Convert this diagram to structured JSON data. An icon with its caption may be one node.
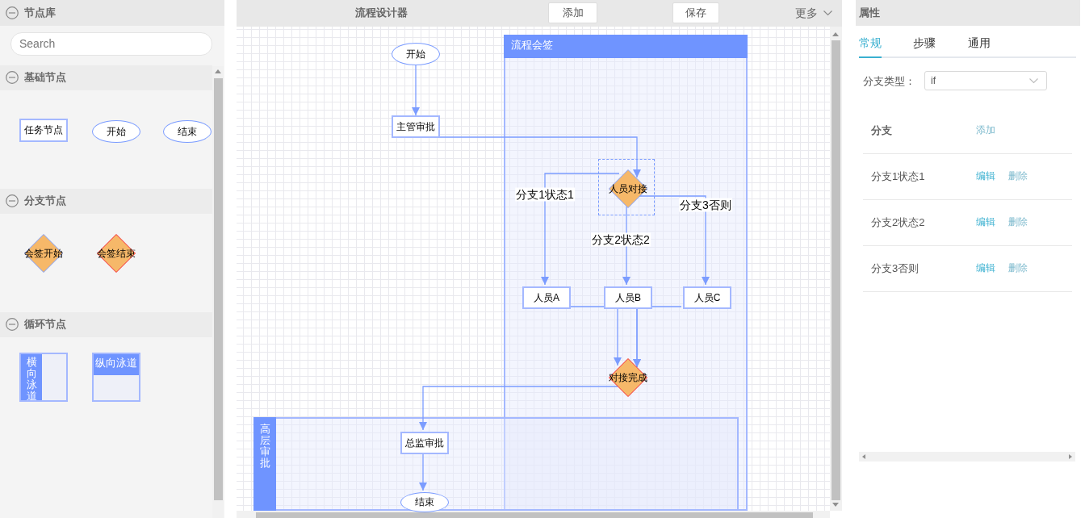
{
  "diagram": {
    "nodes": [
      {
        "text": [
          "任务节点"
        ]
      },
      {
        "text": [
          "开始"
        ]
      },
      {
        "text": [
          "结束"
        ]
      },
      {
        "text": [
          "会签开始"
        ]
      },
      {
        "text": [
          "会签结束"
        ]
      },
      {
        "text": [
          "横向泳道"
        ]
      },
      {
        "text": [
          "纵向泳道"
        ]
      },
      {
        "text": [
          "开始"
        ]
      },
      {
        "text": [
          "主管审批"
        ]
      },
      {
        "text": [
          "流程会签"
        ]
      },
      {
        "text": [
          "人员对接"
        ],
        "in": 9
      },
      {
        "text": [
          "人员A"
        ],
        "in": 9
      },
      {
        "text": [
          "人员B"
        ],
        "in": 9
      },
      {
        "text": [
          "人员C"
        ],
        "in": 9
      },
      {
        "text": [
          "对接完成"
        ],
        "in": 9
      },
      {
        "text": [
          "高层审批"
        ]
      },
      {
        "text": [
          "总监审批"
        ],
        "in": 15
      },
      {
        "text": [
          "结束"
        ],
        "in": 15
      }
    ],
    "edges": [
      {
        "from": 7,
        "to": 8,
        "arrow": "to"
      },
      {
        "from": 8,
        "to": 10,
        "arrow": "to"
      },
      {
        "from": 10,
        "to": 11,
        "arrow": "to",
        "label": "分支1状态1"
      },
      {
        "from": 10,
        "to": 12,
        "arrow": "to",
        "label": "分支2状态2"
      },
      {
        "from": 10,
        "to": 13,
        "arrow": "to",
        "label": "分支3否则"
      },
      {
        "from": 11,
        "to": 14,
        "arrow": "to"
      },
      {
        "from": 12,
        "to": 14,
        "arrow": "to"
      },
      {
        "from": 13,
        "to": 14,
        "arrow": "to"
      },
      {
        "from": 14,
        "to": 16,
        "arrow": "to"
      },
      {
        "from": 16,
        "to": 17,
        "arrow": "to"
      }
    ],
    "labels": [
      "节点库",
      "Search",
      "基础节点",
      "分支节点",
      "循环节点",
      "流程设计器",
      "添加",
      "保存",
      "更多",
      "属性",
      "常规",
      "步骤",
      "通用",
      "分支类型：",
      "if",
      "分支",
      "添加",
      "分支1状态1",
      "编辑",
      "删除",
      "分支2状态2",
      "编辑",
      "删除",
      "分支3否则",
      "编辑",
      "删除"
    ]
  }
}
